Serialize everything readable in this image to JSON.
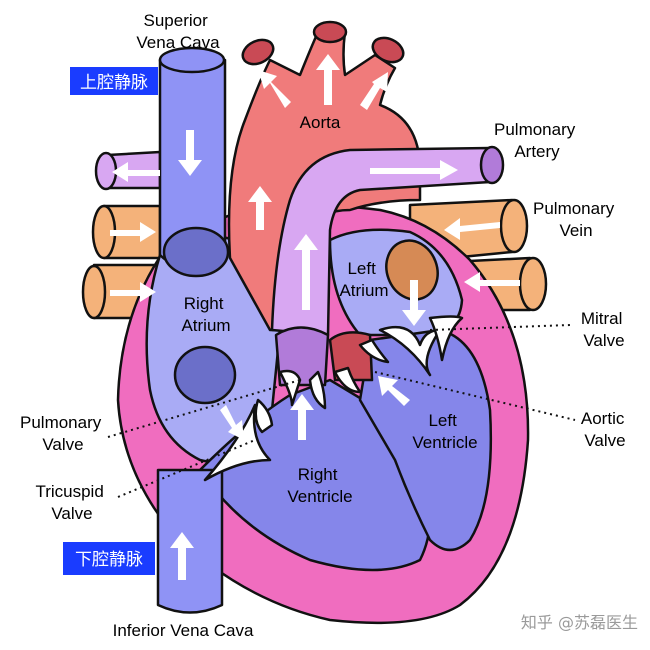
{
  "labels": {
    "superior_vena_cava": [
      "Superior",
      "Vena Cava"
    ],
    "aorta": "Aorta",
    "pulmonary_artery": [
      "Pulmonary",
      "Artery"
    ],
    "pulmonary_vein": [
      "Pulmonary",
      "Vein"
    ],
    "left_atrium": [
      "Left",
      "Atrium"
    ],
    "right_atrium": [
      "Right",
      "Atrium"
    ],
    "mitral_valve": [
      "Mitral",
      "Valve"
    ],
    "aortic_valve": [
      "Aortic",
      "Valve"
    ],
    "pulmonary_valve": [
      "Pulmonary",
      "Valve"
    ],
    "tricuspid_valve": [
      "Tricuspid",
      "Valve"
    ],
    "right_ventricle": [
      "Right",
      "Ventricle"
    ],
    "left_ventricle": [
      "Left",
      "Ventricle"
    ],
    "inferior_vena_cava": "Inferior Vena Cava"
  },
  "cn_labels": {
    "superior_vena_cava": "上腔静脉",
    "inferior_vena_cava": "下腔静脉"
  },
  "watermark": "知乎 @苏磊医生",
  "colors": {
    "vena_cava": "#8f93f5",
    "aorta": "#f07b7b",
    "pulmonary_artery": "#d8a7f2",
    "pulmonary_vein": "#f4b27a",
    "heart_wall": "#f06dbf",
    "right_chambers": "#9b9cf0",
    "left_chambers": "#8a8cf0",
    "cn_box": "#1a3cff"
  }
}
